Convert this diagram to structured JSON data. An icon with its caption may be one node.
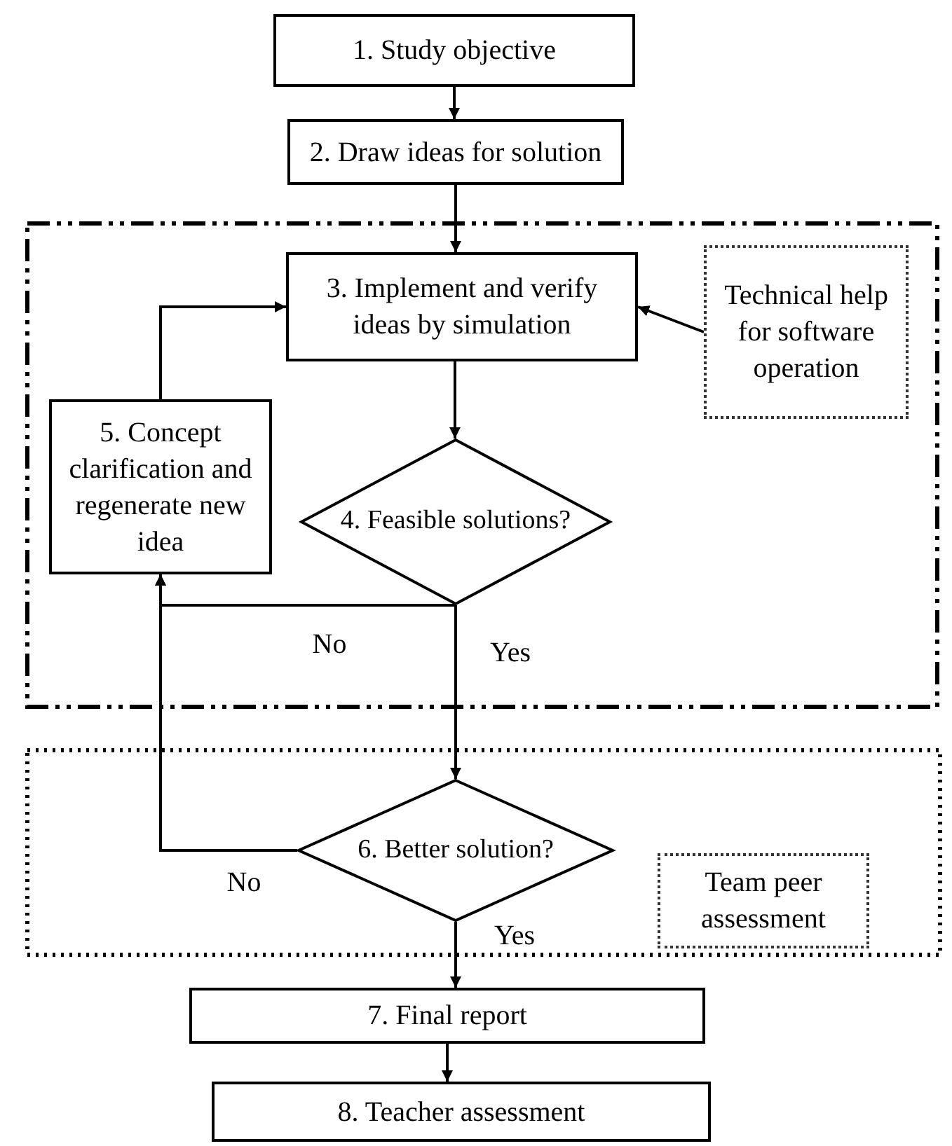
{
  "diagram": {
    "nodes": [
      {
        "text": [
          "1. Study objective"
        ]
      },
      {
        "text": [
          "2. Draw ideas for solution"
        ]
      },
      {
        "text": [],
        "shape": "box"
      },
      {
        "text": [
          "3. Implement and verify ideas by simulation"
        ],
        "in": 2
      },
      {
        "text": [
          "Technical help for software operation"
        ],
        "in": 2
      },
      {
        "text": [
          "5. Concept clarification and regenerate new idea"
        ],
        "in": 2
      },
      {
        "text": [
          "4. Feasible solutions?"
        ],
        "in": 2
      },
      {
        "text": [],
        "shape": "box"
      },
      {
        "text": [
          "6. Better solution?"
        ],
        "in": 7
      },
      {
        "text": [
          "Team peer assessment"
        ],
        "in": 7
      },
      {
        "text": [
          "7. Final report"
        ]
      },
      {
        "text": [
          "8. Teacher assessment"
        ]
      }
    ],
    "edges": [
      {
        "from": 0,
        "to": 1,
        "arrow": "to"
      },
      {
        "from": 1,
        "to": 3,
        "arrow": "to"
      },
      {
        "from": 4,
        "to": 3,
        "arrow": "to"
      },
      {
        "from": 3,
        "to": 6,
        "arrow": "to"
      },
      {
        "from": 6,
        "to": 5,
        "arrow": "to",
        "label": "No"
      },
      {
        "from": 6,
        "to": 8,
        "arrow": "to",
        "label": "Yes"
      },
      {
        "from": 8,
        "to": 5,
        "arrow": "to",
        "label": "No"
      },
      {
        "from": 5,
        "to": 3,
        "arrow": "to"
      },
      {
        "from": 8,
        "to": 10,
        "arrow": "to",
        "label": "Yes"
      },
      {
        "from": 10,
        "to": 11,
        "arrow": "to"
      }
    ]
  }
}
